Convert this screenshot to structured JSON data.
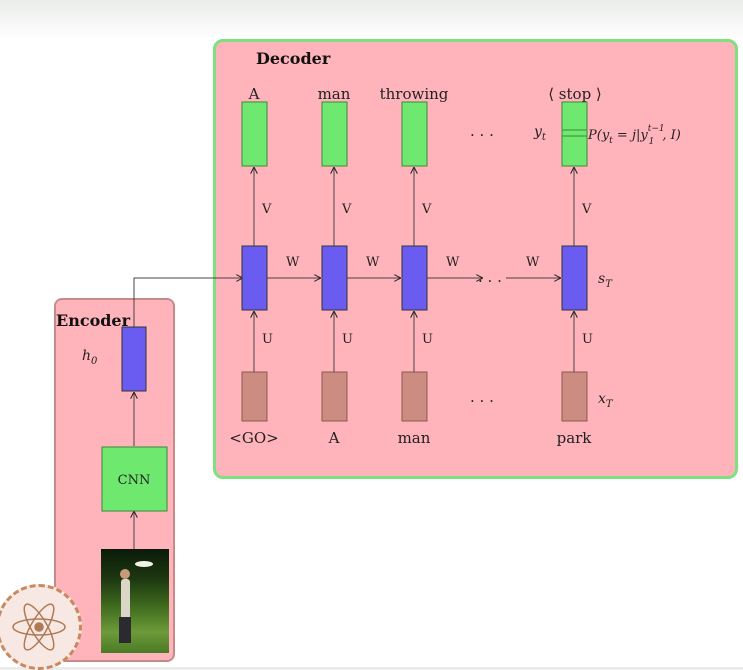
{
  "decoder": {
    "title": "Decoder",
    "outputs": [
      "A",
      "man",
      "throwing",
      "⟨ stop ⟩"
    ],
    "inputs": [
      "<GO>",
      "A",
      "man",
      "park"
    ],
    "edge_V": "V",
    "edge_U": "U",
    "edge_W": "W",
    "dots": ". . .",
    "y_t": "y",
    "y_t_sub": "t",
    "prob_prefix": "P(y",
    "prob_sub": "t",
    "prob_mid": " = j|y",
    "prob_sup": "t−1",
    "prob_sub2": "1",
    "prob_suffix": ", I)",
    "s_T": "s",
    "s_T_sub": "T",
    "x_T": "x",
    "x_T_sub": "T"
  },
  "encoder": {
    "title": "Encoder",
    "h0": "h",
    "h0_sub": "0",
    "cnn_label": "CNN"
  },
  "colors": {
    "panel": "#ffb3bb",
    "output_box": "#6ee86e",
    "hidden_box": "#6a5cf0",
    "input_box": "#cc8c80",
    "decoder_border": "#7ee07e"
  }
}
